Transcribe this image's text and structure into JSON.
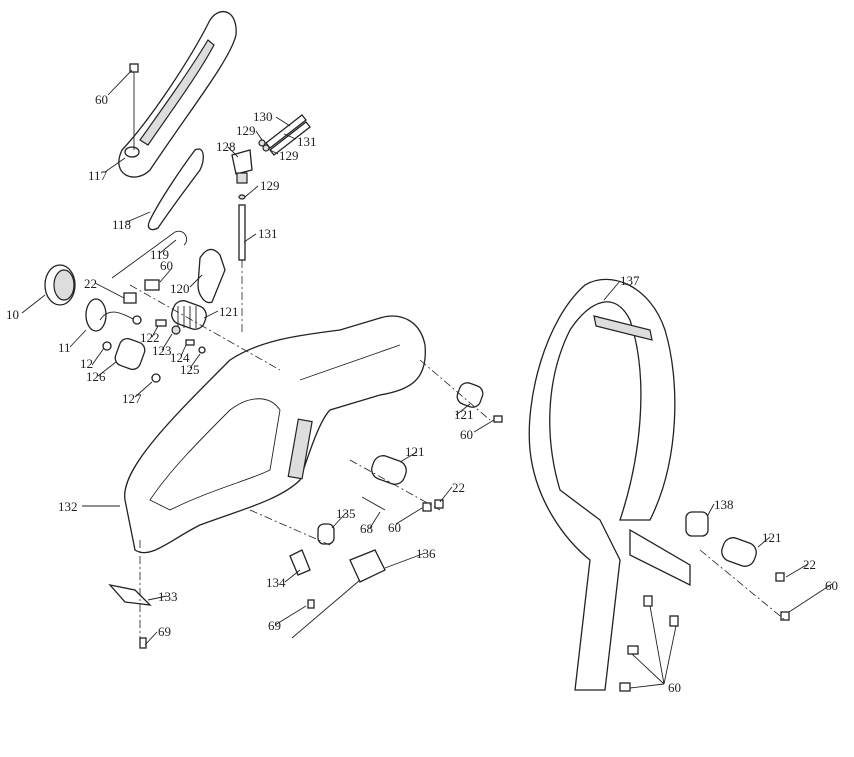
{
  "title": "Handle assembly exploded parts diagram",
  "labels": [
    "60",
    "117",
    "118",
    "130",
    "129",
    "131",
    "128",
    "129",
    "129",
    "131",
    "119",
    "60",
    "22",
    "120",
    "10",
    "121",
    "11",
    "122",
    "123",
    "12",
    "124",
    "125",
    "126",
    "127",
    "121",
    "60",
    "121",
    "22",
    "132",
    "60",
    "68",
    "135",
    "136",
    "134",
    "133",
    "69",
    "69",
    "137",
    "138",
    "121",
    "22",
    "60",
    "60"
  ]
}
